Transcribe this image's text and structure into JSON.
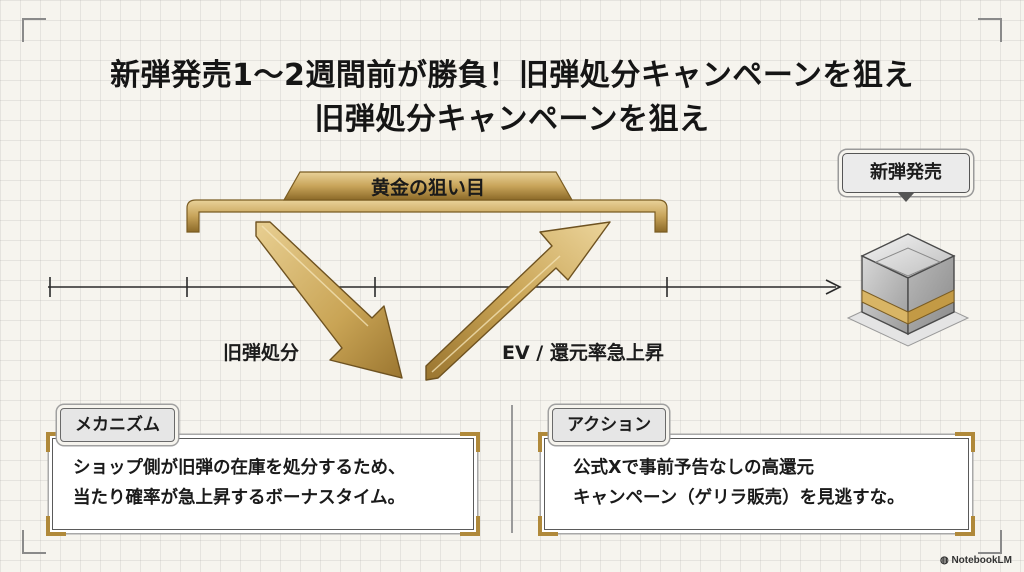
{
  "title": {
    "line1": "新弾発売1～2週間前が勝負！旧弾処分キャンペーンを狙え",
    "line2": "旧弾処分キャンペーンを狙え"
  },
  "timeline": {
    "golden_window_label": "黄金の狙い目",
    "release_label": "新弾発売",
    "down_arrow_label": "旧弾処分",
    "up_arrow_label": "EV / 還元率急上昇"
  },
  "mechanism": {
    "tag": "メカニズム",
    "lines": [
      "ショップ側が旧弾の在庫を処分するため、",
      "当たり確率が急上昇するボーナスタイム。"
    ]
  },
  "action": {
    "tag": "アクション",
    "lines": [
      "公式Xで事前予告なしの高還元",
      "キャンペーン（ゲリラ販売）を見逃すな。"
    ]
  },
  "watermark": "NotebookLM",
  "colors": {
    "gold": "#c8a45a",
    "gold_dark": "#8c6a28",
    "accent_bracket": "#b0893a",
    "line": "#2a2a2a"
  }
}
